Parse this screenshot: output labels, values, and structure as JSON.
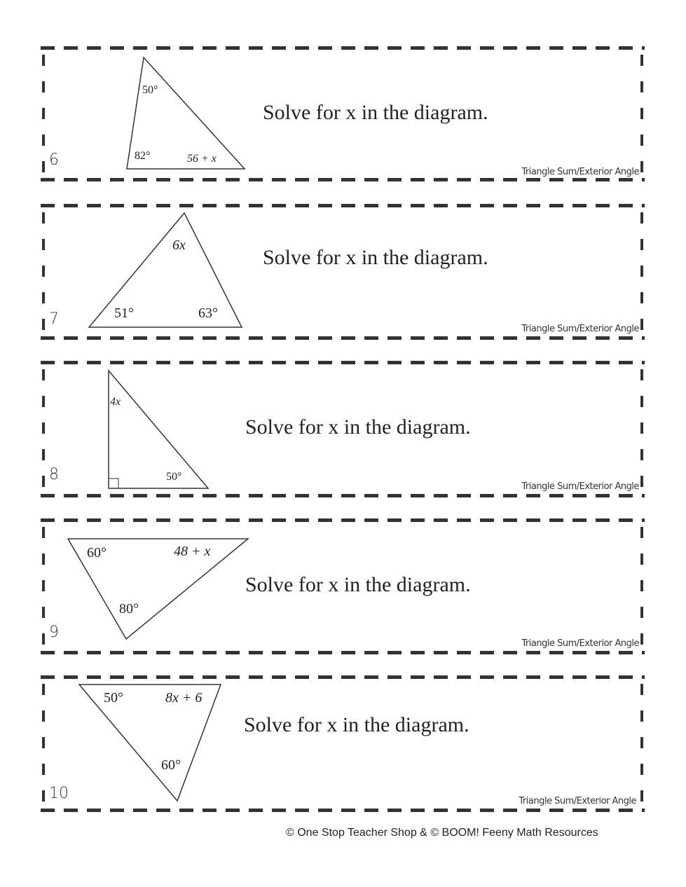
{
  "problems": [
    {
      "number": "6",
      "prompt": "Solve for x in the diagram.",
      "tag": "Triangle Sum/Exterior Angle",
      "angles": [
        "50°",
        "82°",
        "56 + x"
      ]
    },
    {
      "number": "7",
      "prompt": "Solve for x in the diagram.",
      "tag": "Triangle Sum/Exterior Angle",
      "angles": [
        "6x",
        "51°",
        "63°"
      ]
    },
    {
      "number": "8",
      "prompt": "Solve for x in the diagram.",
      "tag": "Triangle Sum/Exterior Angle",
      "angles": [
        "4x",
        "50°"
      ]
    },
    {
      "number": "9",
      "prompt": "Solve for x in the diagram.",
      "tag": "Triangle Sum/Exterior Angle",
      "angles": [
        "60°",
        "48 + x",
        "80°"
      ]
    },
    {
      "number": "10",
      "prompt": "Solve for x in the diagram.",
      "tag": "Triangle Sum/Exterior Angle",
      "angles": [
        "50°",
        "8x + 6",
        "60°"
      ]
    }
  ],
  "footer": "© One Stop Teacher Shop & © BOOM! Feeny Math Resources"
}
